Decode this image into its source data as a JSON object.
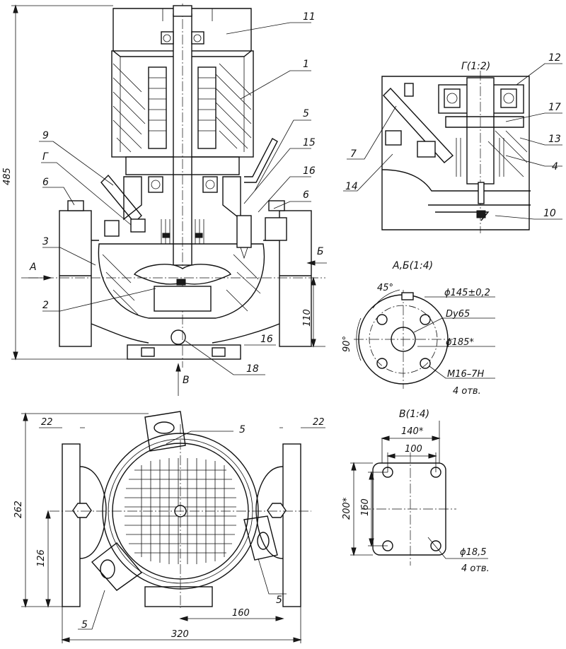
{
  "callouts": {
    "n1": "1",
    "n2": "2",
    "n3": "3",
    "n4": "4",
    "n5": "5",
    "n6": "6",
    "n6b": "6",
    "n7": "7",
    "n9": "9",
    "n10": "10",
    "n11": "11",
    "n12": "12",
    "n13": "13",
    "n14": "14",
    "n15": "15",
    "n16": "16",
    "n16b": "16",
    "n17": "17",
    "n18": "18",
    "n5b": "5",
    "n5c": "5",
    "n5d": "5"
  },
  "views": {
    "g_title": "Г(1:2)",
    "ab_title": "А,Б(1:4)",
    "v_title": "В(1:4)",
    "g_marker": "Г",
    "a_marker": "А",
    "b_marker": "Б",
    "v_marker": "В"
  },
  "dims": {
    "height_485": "485",
    "d110": "110",
    "d262": "262",
    "d126": "126",
    "d22a": "22",
    "d22b": "22",
    "d160": "160",
    "d320": "320",
    "angle45": "45°",
    "angle90": "90°",
    "dia145": "ϕ145±0,2",
    "dy65": "Dy65",
    "dia185": "ϕ185*",
    "m16": "M16–7H",
    "holes4a": "4 отв.",
    "w140": "140*",
    "w100": "100",
    "h200": "200*",
    "h160": "160",
    "dia18": "ϕ18,5",
    "holes4b": "4 отв."
  }
}
